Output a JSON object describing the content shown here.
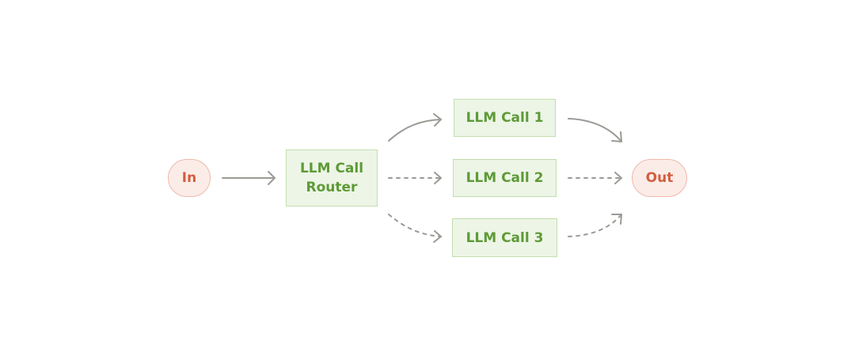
{
  "diagram": {
    "nodes": {
      "input": {
        "label": "In"
      },
      "router": {
        "line1": "LLM Call",
        "line2": "Router"
      },
      "call1": {
        "label": "LLM Call 1"
      },
      "call2": {
        "label": "LLM Call 2"
      },
      "call3": {
        "label": "LLM Call 3"
      },
      "output": {
        "label": "Out"
      }
    },
    "edges": [
      {
        "from": "input",
        "to": "router",
        "style": "solid"
      },
      {
        "from": "router",
        "to": "call1",
        "style": "solid"
      },
      {
        "from": "router",
        "to": "call2",
        "style": "dashed"
      },
      {
        "from": "router",
        "to": "call3",
        "style": "dashed"
      },
      {
        "from": "call1",
        "to": "output",
        "style": "solid"
      },
      {
        "from": "call2",
        "to": "output",
        "style": "dashed"
      },
      {
        "from": "call3",
        "to": "output",
        "style": "dashed"
      }
    ],
    "colors": {
      "terminal_fill": "#fbece8",
      "terminal_border": "#f0b8a9",
      "terminal_text": "#d25f3f",
      "llm_fill": "#edf5e6",
      "llm_border": "#c2deae",
      "llm_text": "#5d9a37",
      "arrow": "#9b9a95"
    }
  }
}
